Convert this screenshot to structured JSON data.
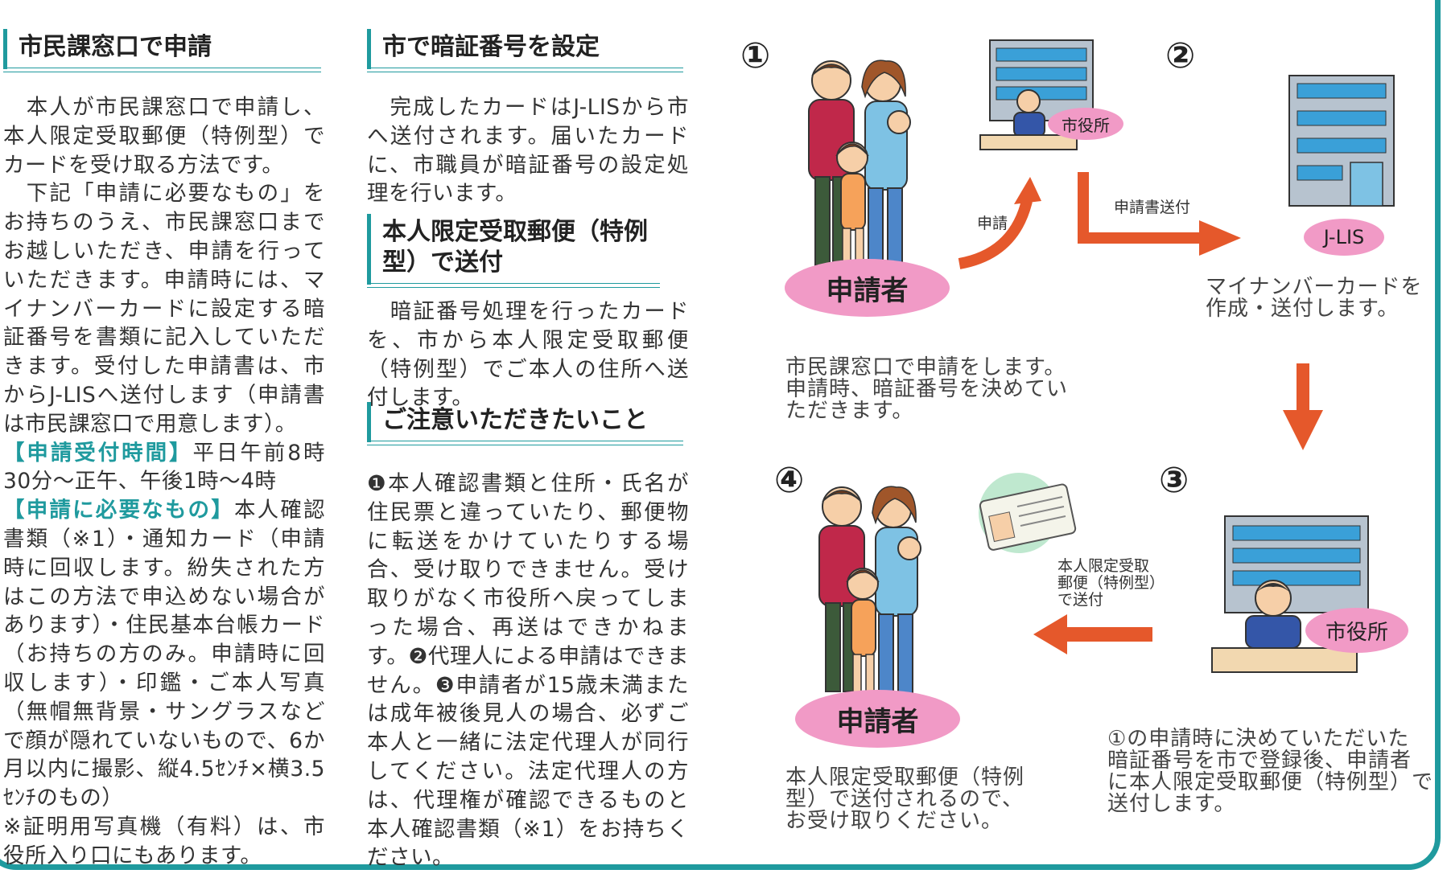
{
  "col1": {
    "heading": "市民課窓口で申請",
    "p1": "　本人が市民課窓口で申請し、本人限定受取郵便（特例型）でカードを受け取る方法です。",
    "p2": "　下記「申請に必要なもの」をお持ちのうえ、市民課窓口までお越しいただき、申請を行っていただきます。申請時には、マイナンバーカードに設定する暗証番号を書類に記入していただきます。受付した申請書は、市からJ-LISへ送付します（申請書は市民課窓口で用意します）。",
    "hours_label": "【申請受付時間】",
    "hours_text": "平日午前8時30分～正午、午後1時～4時",
    "needs_label": "【申請に必要なもの】",
    "needs_text": "本人確認書類（※1）・通知カード（申請時に回収します。紛失された方はこの方法で申込めない場合があります）・住民基本台帳カード（お持ちの方のみ。申請時に回収します）・印鑑・ご本人写真（無帽無背景・サングラスなどで顔が隠れていないもので、6か月以内に撮影、縦4.5ｾﾝﾁ×横3.5ｾﾝﾁのもの）",
    "note": "※証明用写真機（有料）は、市役所入り口にもあります。"
  },
  "col2": {
    "heading1": "市で暗証番号を設定",
    "p1": "　完成したカードはJ-LISから市へ送付されます。届いたカードに、市職員が暗証番号の設定処理を行います。",
    "heading2": "本人限定受取郵便（特例型）で送付",
    "p2": "　暗証番号処理を行ったカードを、市から本人限定受取郵便（特例型）でご本人の住所へ送付します。",
    "heading3": "ご注意いただきたいこと",
    "p3": "❶本人確認書類と住所・氏名が住民票と違っていたり、郵便物に転送をかけていたりする場合、受け取りできません。受け取りがなく市役所へ戻ってしまった場合、再送はできかねます。❷代理人による申請はできません。❸申請者が15歳未満または成年被後見人の場合、必ずご本人と一緒に法定代理人が同行してください。法定代理人の方は、代理権が確認できるものと本人確認書類（※1）をお持ちください。"
  },
  "diagram": {
    "step1_num": "①",
    "step2_num": "②",
    "step3_num": "③",
    "step4_num": "④",
    "applicant_label": "申請者",
    "applicant_label_2": "申請者",
    "city_hall_label": "市役所",
    "city_hall_label_2": "市役所",
    "jlis_label": "J-LIS",
    "apply_arrow_label": "申請",
    "send_form_label": "申請書送付",
    "mail_label": "本人限定受取\n郵便（特例型）\nで送付",
    "step1_caption": "市民課窓口で申請をします。\n申請時、暗証番号を決めてい\nただきます。",
    "step2_caption": "マイナンバーカードを\n作成・送付します。",
    "step3_caption": "①の申請時に決めていただいた\n暗証番号を市で登録後、申請者\nに本人限定受取郵便（特例型）で\n送付します。",
    "step4_caption": "本人限定受取郵便（特例\n型）で送付されるので、\nお受け取りください。"
  },
  "colors": {
    "accent": "#1f9a9e",
    "arrow": "#e5582b",
    "pink": "#f19ac6",
    "building": "#3aa0d8"
  }
}
